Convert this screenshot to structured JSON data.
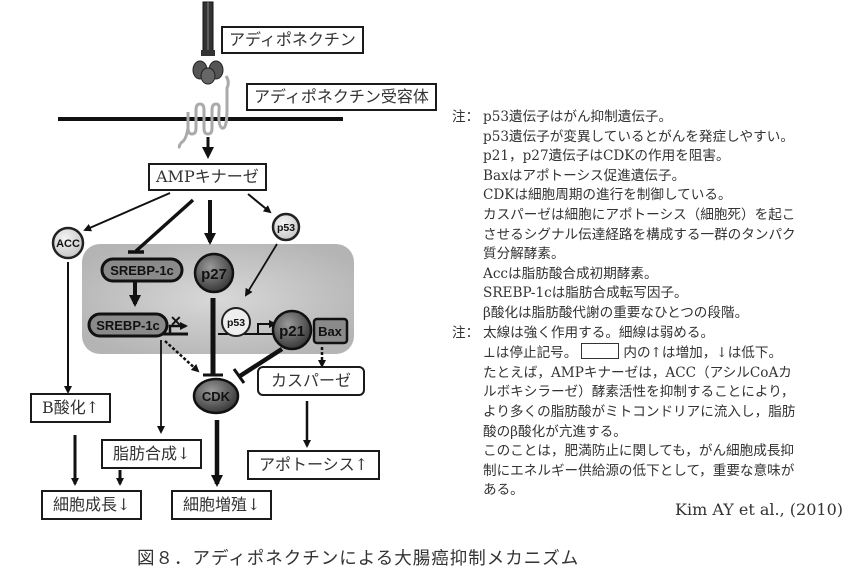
{
  "diagram": {
    "ligand_label": "アディポネクチン",
    "receptor_label": "アディポネクチン受容体",
    "ampk_label": "AMPキナーゼ",
    "nodes": {
      "acc": "ACC",
      "p53_outer": "p53",
      "srebp_1": "SREBP-1c",
      "srebp_2": "SREBP-1c",
      "p27": "p27",
      "p53_inner": "p53",
      "p21": "p21",
      "bax": "Bax",
      "cdk": "CDK"
    },
    "caspase_label": "カスパーゼ",
    "beta_oxidation_label": "B酸化↑",
    "fat_synthesis_label": "脂肪合成↓",
    "apoptosis_label": "アポトーシス↑",
    "cell_growth_label": "細胞成長↓",
    "cell_proliferation_label": "細胞増殖↓"
  },
  "notes": {
    "block1": {
      "prefix": "注：",
      "lines": [
        "p53遺伝子はがん抑制遺伝子。",
        "p53遺伝子が変異しているとがんを発症しやすい。",
        "p21，p27遺伝子はCDKの作用を阻害。",
        "Baxはアポトーシス促進遺伝子。",
        "CDKは細胞周期の進行を制御している。",
        "カスパーゼは細胞にアポトーシス（細胞死）を起こ",
        "させるシグナル伝達経路を構成する一群のタンパク",
        "質分解酵素。",
        "Accは脂肪酸合成初期酵素。",
        "SREBP-1cは脂肪合成転写因子。",
        "β酸化は脂肪酸代謝の重要なひとつの段階。"
      ]
    },
    "block2": {
      "prefix": "注：",
      "line1": "太線は強く作用する。細線は弱める。",
      "line2_pre": "⊥は停止記号。",
      "line2_post": "内の↑は増加，↓は低下。",
      "lines": [
        "たとえば，AMPキナーゼは，ACC（アシルCoAカ",
        "ルボキシラーゼ）酵素活性を抑制することにより，",
        "より多くの脂肪酸がミトコンドリアに流入し，脂肪",
        "酸のβ酸化が亢進する。",
        "このことは，肥満防止に関しても，がん細胞成長抑",
        "制にエネルギー供給源の低下として，重要な意味が",
        "ある。"
      ]
    }
  },
  "citation": "Kim AY et al., (2010)",
  "caption": "図８．アディポネクチンによる大腸癌抑制メカニズム"
}
